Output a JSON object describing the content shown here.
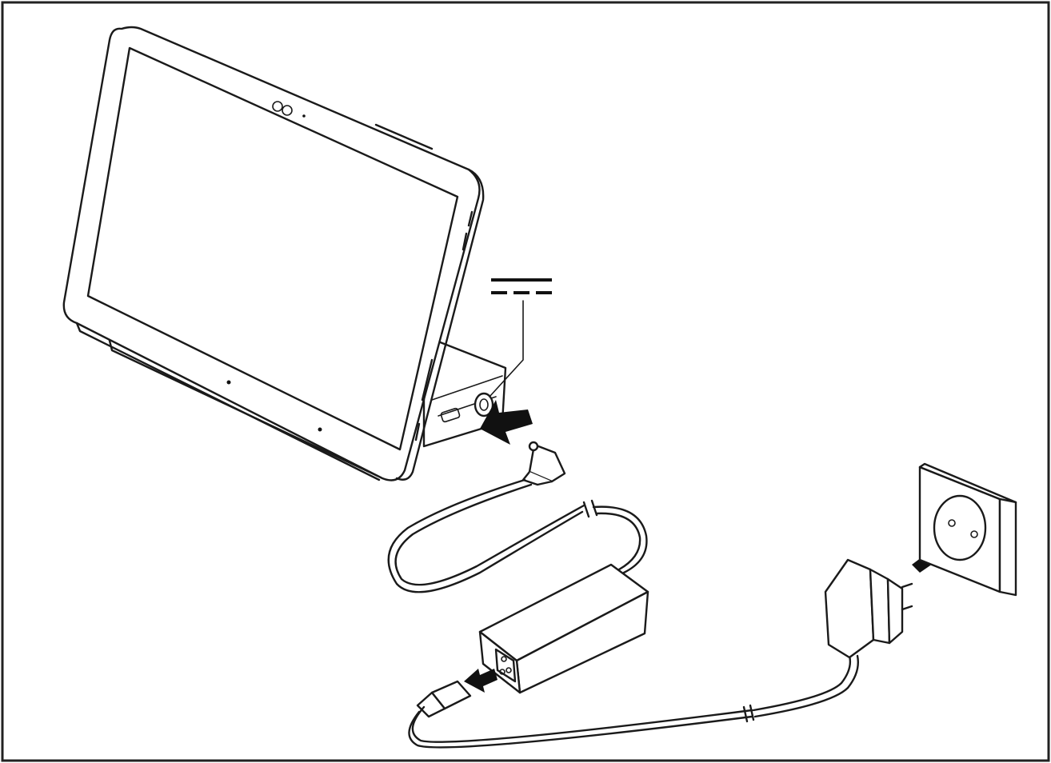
{
  "illustration": {
    "frame_color": "#222222",
    "line_color": "#1a1a1a",
    "background": "#ffffff",
    "dc_symbol": "direct-current-symbol",
    "parts": [
      "tablet",
      "cradle",
      "dc-plug",
      "power-adapter",
      "mains-plug",
      "wall-socket"
    ],
    "arrows": 3
  }
}
